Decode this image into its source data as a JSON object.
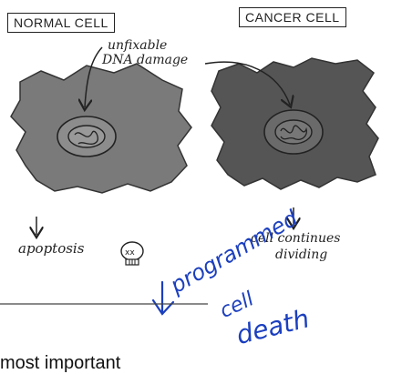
{
  "diagram": {
    "normal_cell_label": "NORMAL CELL",
    "cancer_cell_label": "CANCER CELL",
    "damage_annotation_line1": "unfixable",
    "damage_annotation_line2": "DNA damage",
    "normal_outcome": "apoptosis",
    "cancer_outcome_line1": "cell continues",
    "cancer_outcome_line2": "dividing",
    "handwritten_note_line1": "programmed",
    "handwritten_note_line2": "cell",
    "handwritten_note_line3": "death",
    "bottom_text": "most important"
  },
  "colors": {
    "cell_fill": "#7a7a7a",
    "cancer_fill": "#555555",
    "ink": "#222222",
    "note_blue": "#1b3fbf"
  }
}
